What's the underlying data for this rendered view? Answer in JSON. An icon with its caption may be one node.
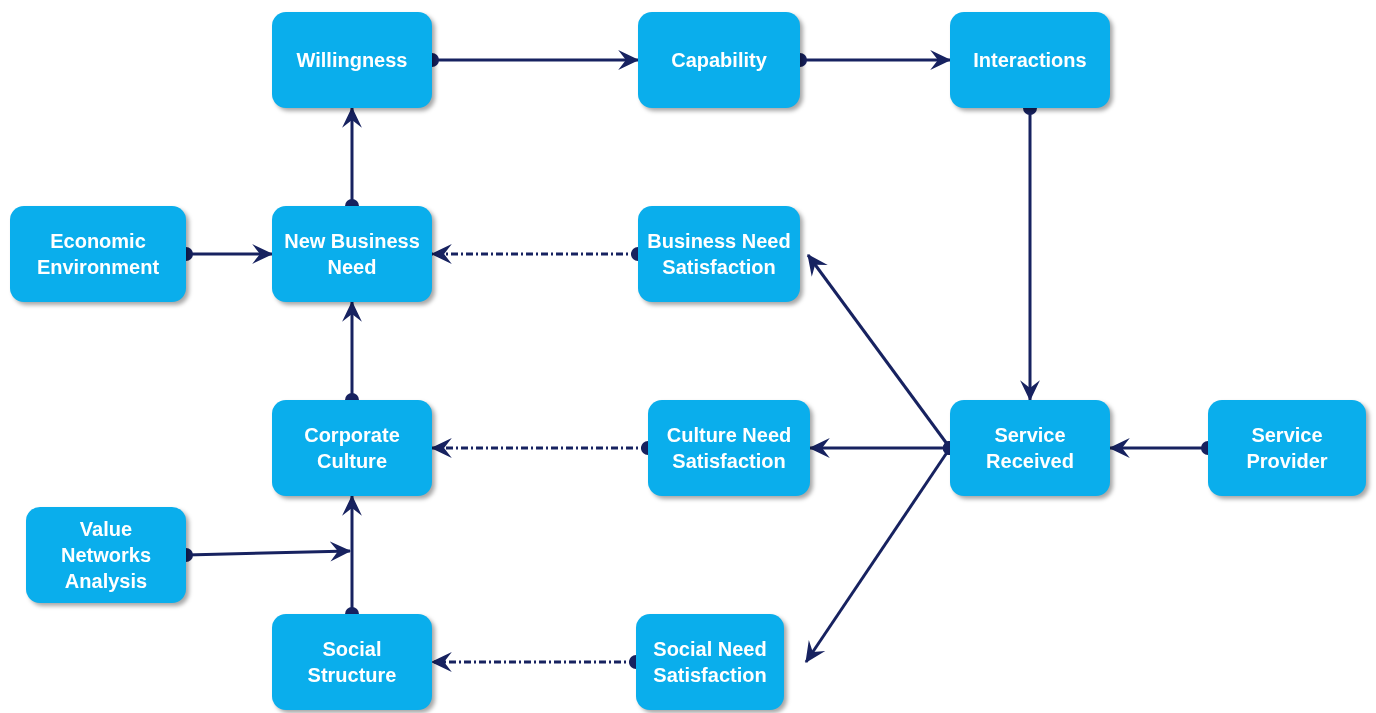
{
  "diagram": {
    "nodes": [
      {
        "text": [
          "Willingness"
        ]
      },
      {
        "text": [
          "Capability"
        ]
      },
      {
        "text": [
          "Interactions"
        ]
      },
      {
        "text": [
          "Economic Environment"
        ]
      },
      {
        "text": [
          "New Business Need"
        ]
      },
      {
        "text": [
          "Business Need Satisfaction"
        ]
      },
      {
        "text": [
          "Corporate Culture"
        ]
      },
      {
        "text": [
          "Culture Need Satisfaction"
        ]
      },
      {
        "text": [
          "Service Received"
        ]
      },
      {
        "text": [
          "Service Provider"
        ]
      },
      {
        "text": [
          "Value Networks Analysis"
        ]
      },
      {
        "text": [
          "Social Structure"
        ]
      },
      {
        "text": [
          "Social Need Satisfaction"
        ]
      }
    ],
    "edges": [
      {
        "from": 0,
        "to": 1,
        "arrow": "to"
      },
      {
        "from": 1,
        "to": 2,
        "arrow": "to"
      },
      {
        "from": 2,
        "to": 8,
        "arrow": "to"
      },
      {
        "from": 4,
        "to": 0,
        "arrow": "to"
      },
      {
        "from": 3,
        "to": 4,
        "arrow": "to"
      },
      {
        "from": 5,
        "to": 4,
        "arrow": "to",
        "style": "dashed"
      },
      {
        "from": 6,
        "to": 4,
        "arrow": "to"
      },
      {
        "from": 7,
        "to": 6,
        "arrow": "to",
        "style": "dashed"
      },
      {
        "from": 11,
        "to": 6,
        "arrow": "to"
      },
      {
        "from": 10,
        "to": null,
        "arrow": "to"
      },
      {
        "from": 12,
        "to": 11,
        "arrow": "to",
        "style": "dashed"
      },
      {
        "from": 8,
        "to": 5,
        "arrow": "to"
      },
      {
        "from": 8,
        "to": 7,
        "arrow": "to"
      },
      {
        "from": 8,
        "to": 12,
        "arrow": "to"
      },
      {
        "from": 9,
        "to": 8,
        "arrow": "to"
      }
    ]
  }
}
